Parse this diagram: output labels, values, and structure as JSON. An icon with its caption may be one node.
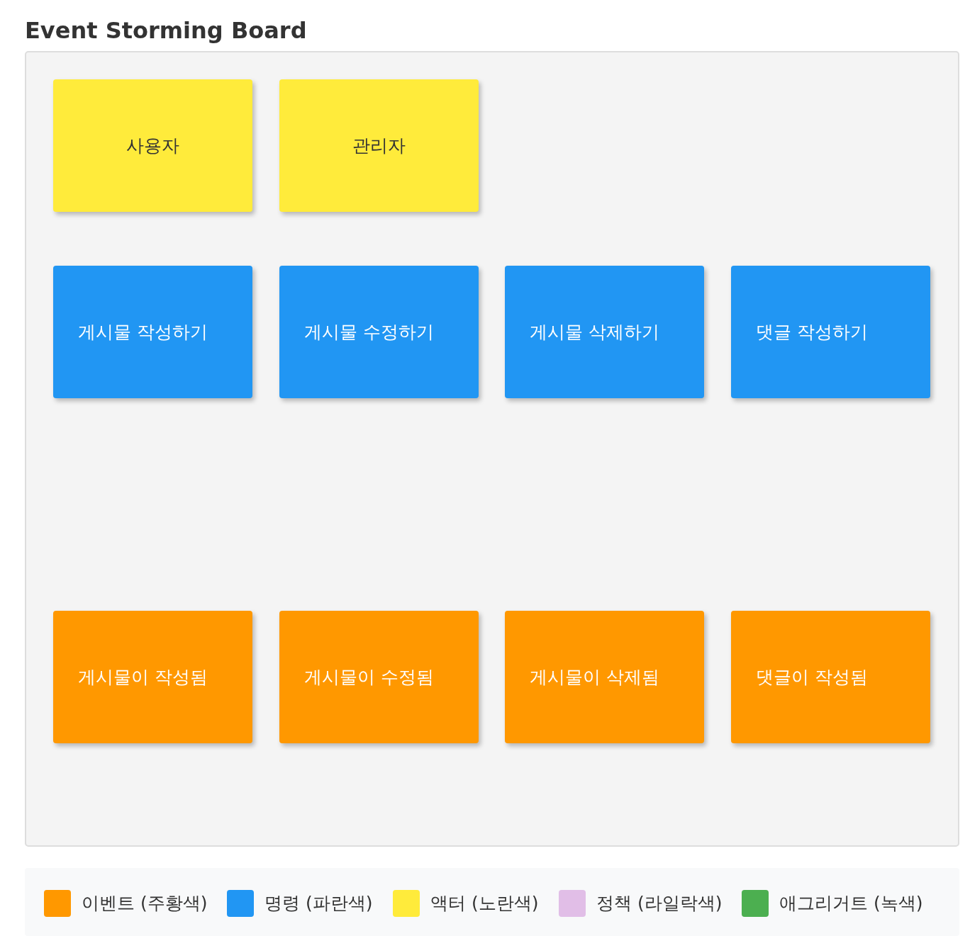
{
  "diagram": {
    "title": "Event Storming Board",
    "nodes": [
      {
        "text": [
          "사용자"
        ]
      },
      {
        "text": [
          "관리자"
        ]
      },
      {
        "text": [
          "게시물 작성하기"
        ]
      },
      {
        "text": [
          "게시물 수정하기"
        ]
      },
      {
        "text": [
          "게시물 삭제하기"
        ]
      },
      {
        "text": [
          "댓글 작성하기"
        ]
      },
      {
        "text": [
          "게시물이 작성됨"
        ]
      },
      {
        "text": [
          "게시물이 수정됨"
        ]
      },
      {
        "text": [
          "게시물이 삭제됨"
        ]
      },
      {
        "text": [
          "댓글이 작성됨"
        ]
      }
    ],
    "legend": [
      {
        "text": "이벤트 (주황색)",
        "color": "#ff9800"
      },
      {
        "text": "명령 (파란색)",
        "color": "#2196f3"
      },
      {
        "text": "액터 (노란색)",
        "color": "#ffeb3b"
      },
      {
        "text": "정책 (라일락색)",
        "color": "#e1bee7"
      },
      {
        "text": "애그리거트 (녹색)",
        "color": "#4caf50"
      }
    ]
  }
}
